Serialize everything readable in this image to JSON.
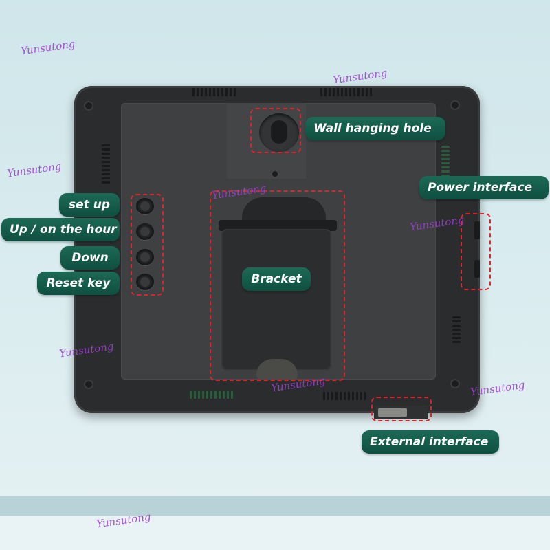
{
  "watermark": "Yunsutong",
  "labels": {
    "wall_hanging_hole": "Wall hanging hole",
    "power_interface": "Power interface",
    "set_up": "set up",
    "up_on_the_hour": "Up / on the hour",
    "down": "Down",
    "reset_key": "Reset key",
    "bracket": "Bracket",
    "external_interface": "External interface"
  },
  "colors": {
    "label_bg": "#145c4a",
    "highlight_dash": "#d9262c",
    "watermark": "#9b3fd0"
  }
}
